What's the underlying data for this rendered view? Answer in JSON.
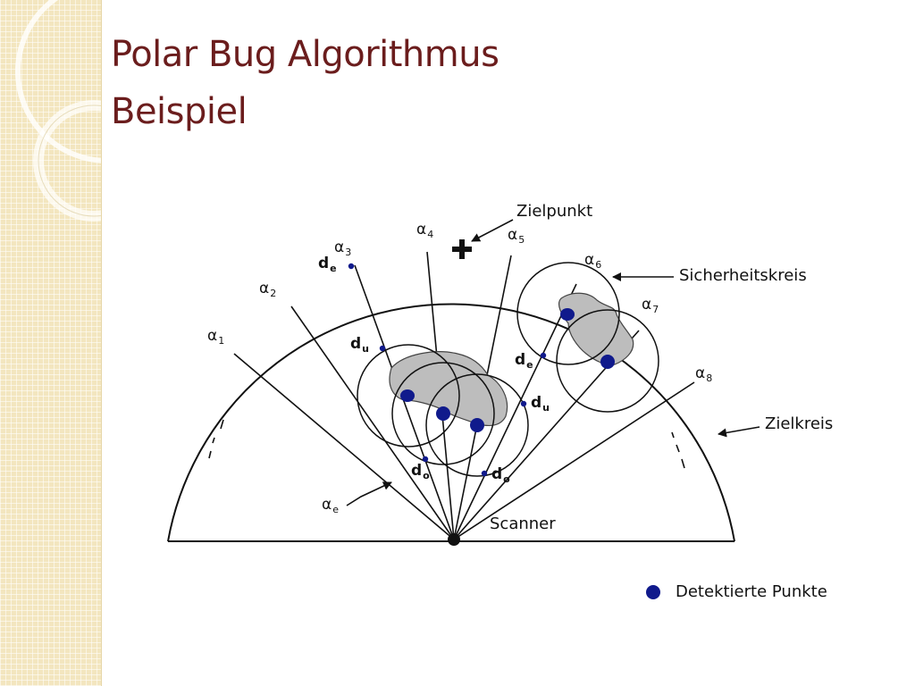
{
  "slide": {
    "title_line1": "Polar Bug Algorithmus",
    "title_line2": "Beispiel"
  },
  "diagram": {
    "labels": {
      "zielpunkt": "Zielpunkt",
      "sicherheitskreis": "Sicherheitskreis",
      "zielkreis": "Zielkreis",
      "scanner": "Scanner",
      "legend": "Detektierte Punkte"
    },
    "alpha_symbol": "α",
    "angles": [
      "1",
      "2",
      "3",
      "4",
      "5",
      "6",
      "7",
      "8",
      "e"
    ],
    "distance_labels": {
      "de_left": {
        "main": "d",
        "sub": "e"
      },
      "du_left": {
        "main": "d",
        "sub": "u"
      },
      "de_right": {
        "main": "d",
        "sub": "e"
      },
      "du_right": {
        "main": "d",
        "sub": "u"
      },
      "do_left": {
        "main": "d",
        "sub": "o"
      },
      "do_right": {
        "main": "d",
        "sub": "o"
      }
    },
    "colors": {
      "point": "#101a8c",
      "obstacle": "#bdbdbd",
      "line": "#111111",
      "title": "#6b1d1d"
    }
  }
}
